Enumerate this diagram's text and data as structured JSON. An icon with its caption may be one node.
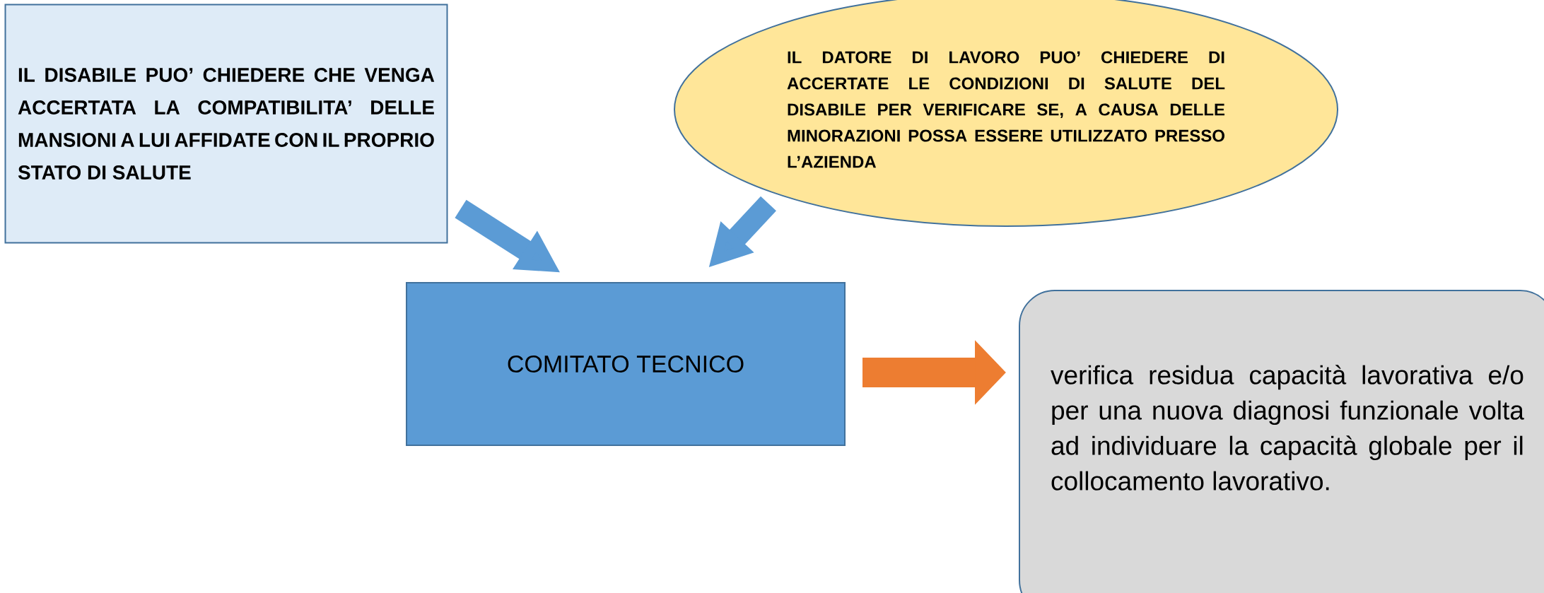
{
  "diagram": {
    "nodes": [
      {
        "text": [
          "IL DISABILE PUO’ CHIEDERE CHE VENGA ACCERTATA LA COMPATIBILITA’ DELLE MANSIONI A LUI AFFIDATE CON IL PROPRIO STATO DI SALUTE"
        ]
      },
      {
        "text": [
          "IL DATORE DI LAVORO PUO’ CHIEDERE DI ACCERTATE LE CONDIZIONI DI SALUTE DEL DISABILE PER VERIFICARE SE, A CAUSA DELLE MINORAZIONI POSSA ESSERE UTILIZZATO PRESSO L’AZIENDA"
        ]
      },
      {
        "text": [
          "COMITATO TECNICO"
        ]
      },
      {
        "text": [
          "verifica residua capacità lavorativa e/o per una nuova diagnosi funzionale volta ad individuare la capacità globale per il collocamento lavorativo."
        ]
      }
    ],
    "edges": [
      {
        "from": 0,
        "to": 2,
        "arrow": "to"
      },
      {
        "from": 1,
        "to": 2,
        "arrow": "to"
      },
      {
        "from": 2,
        "to": 3,
        "arrow": "to",
        "color": "#ed7d31"
      }
    ]
  }
}
